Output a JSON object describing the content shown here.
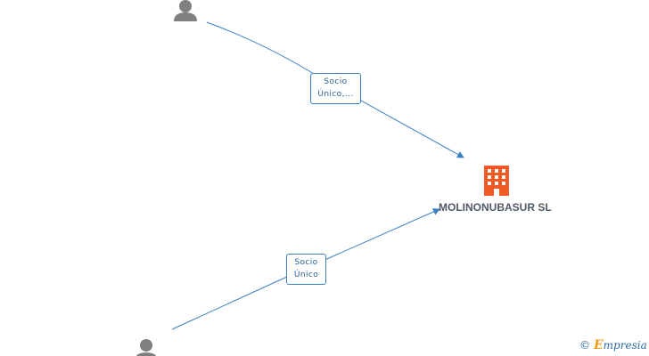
{
  "edges": [
    {
      "label_line1": "Socio",
      "label_line2": "Único,..."
    },
    {
      "label_line1": "Socio",
      "label_line2": "Único"
    }
  ],
  "company": {
    "name": "MOLINONUBASUR SL",
    "icon": "building-icon",
    "color": "#f15a24"
  },
  "persons": [
    {
      "icon": "person-icon"
    },
    {
      "icon": "person-icon"
    }
  ],
  "footer": {
    "copyright_symbol": "©",
    "brand_initial": "E",
    "brand_rest": "mpresia"
  },
  "colors": {
    "edge": "#3b7fc4",
    "person": "#808080",
    "label_text": "#2a5f95"
  }
}
